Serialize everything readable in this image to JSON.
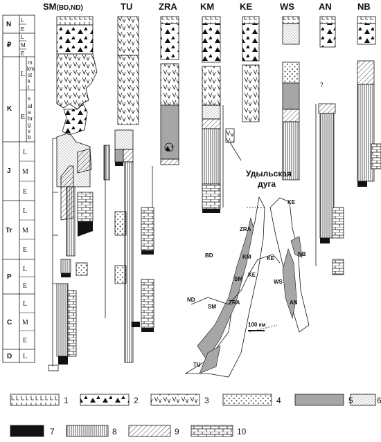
{
  "columns": [
    {
      "id": "SM",
      "label": "SM",
      "sub": "(BD,ND)"
    },
    {
      "id": "TU",
      "label": "TU"
    },
    {
      "id": "ZRA",
      "label": "ZRA"
    },
    {
      "id": "KM",
      "label": "KM"
    },
    {
      "id": "KE",
      "label": "KE"
    },
    {
      "id": "WS",
      "label": "WS"
    },
    {
      "id": "AN",
      "label": "AN"
    },
    {
      "id": "NB",
      "label": "NB"
    }
  ],
  "timescale": {
    "periods": [
      "N",
      "₽",
      "K",
      "J",
      "Tr",
      "P",
      "C",
      "D"
    ],
    "epochs": {
      "N": [
        "L",
        "E"
      ],
      "Pg": [
        "L",
        "M",
        "E"
      ],
      "K": [
        "L",
        "E"
      ],
      "J": [
        "L",
        "M",
        "E"
      ],
      "Tr": [
        "L",
        "M",
        "E"
      ],
      "P": [
        "L",
        "E"
      ],
      "C": [
        "L",
        "M",
        "E"
      ],
      "D": [
        "L"
      ]
    },
    "k_late_stages": [
      "m",
      "km",
      "st",
      "k",
      "t",
      "s"
    ],
    "k_early_stages": [
      "al",
      "a",
      "br",
      "g",
      "v",
      "b"
    ]
  },
  "annotations": {
    "arc_name_line1": "Удыльская",
    "arc_name_line2": "дуга",
    "question_mark": "?"
  },
  "map": {
    "labels": [
      "KE",
      "ZRA",
      "BD",
      "KM",
      "KE",
      "NB",
      "SM",
      "KE",
      "WS",
      "ND",
      "SM",
      "ZRA",
      "AN",
      "TU"
    ],
    "scale_label": "100 км"
  },
  "legend": [
    {
      "num": "1",
      "pattern": "basalt-L"
    },
    {
      "num": "2",
      "pattern": "triangles"
    },
    {
      "num": "3",
      "pattern": "v-marks"
    },
    {
      "num": "4",
      "pattern": "coarse-dots"
    },
    {
      "num": "5",
      "pattern": "gray-fill"
    },
    {
      "num": "6",
      "pattern": "fine-dots"
    },
    {
      "num": "7",
      "pattern": "black-fill"
    },
    {
      "num": "8",
      "pattern": "vertical-lines"
    },
    {
      "num": "9",
      "pattern": "diagonal-hatch"
    },
    {
      "num": "10",
      "pattern": "brick"
    }
  ],
  "colors": {
    "gray": "#a6a6a6",
    "ink": "#111111"
  }
}
